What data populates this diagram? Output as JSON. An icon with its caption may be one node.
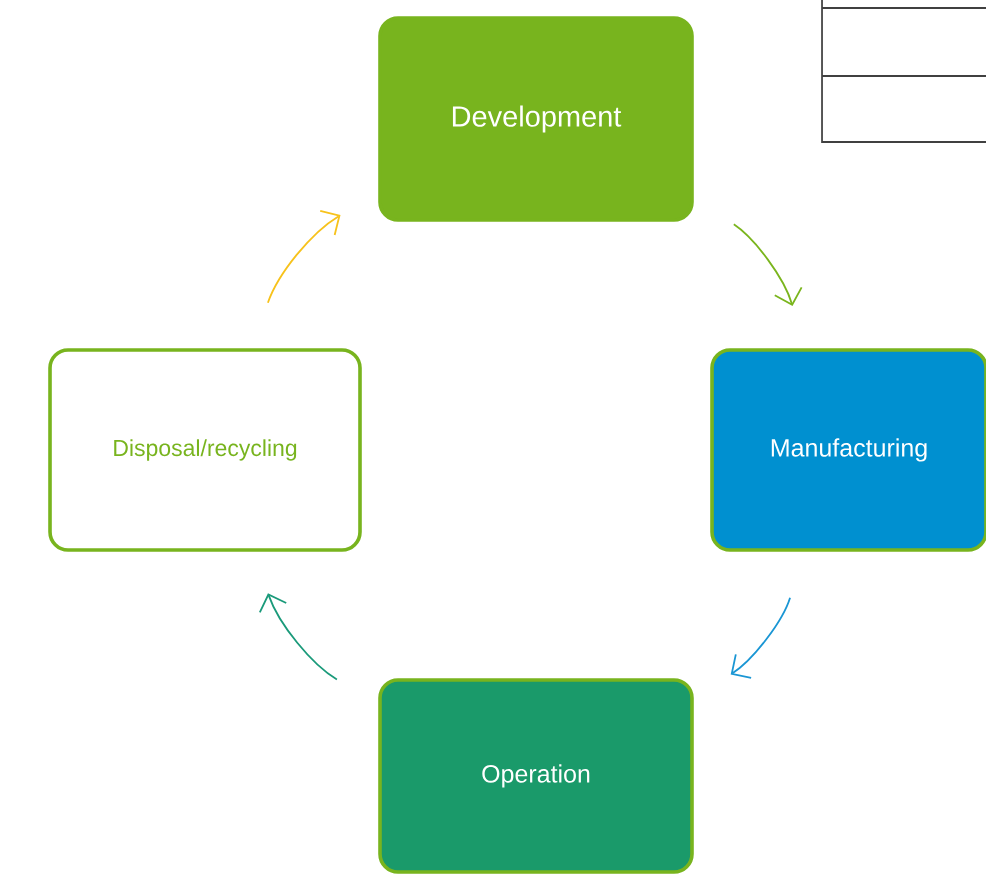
{
  "diagram": {
    "nodes": [
      {
        "text": [
          "Development"
        ]
      },
      {
        "text": [
          "Manufacturing"
        ]
      },
      {
        "text": [
          "Operation"
        ]
      },
      {
        "text": [
          "Disposal/recycling"
        ]
      }
    ],
    "edges": [
      {
        "from": 0,
        "to": 1,
        "arrow": "to",
        "color": "#7ab51d"
      },
      {
        "from": 1,
        "to": 2,
        "arrow": "to",
        "color": "#1a96d4"
      },
      {
        "from": 2,
        "to": 3,
        "arrow": "to",
        "color": "#1a9a7a"
      },
      {
        "from": 3,
        "to": 0,
        "arrow": "to",
        "color": "#f7c21b"
      }
    ]
  }
}
